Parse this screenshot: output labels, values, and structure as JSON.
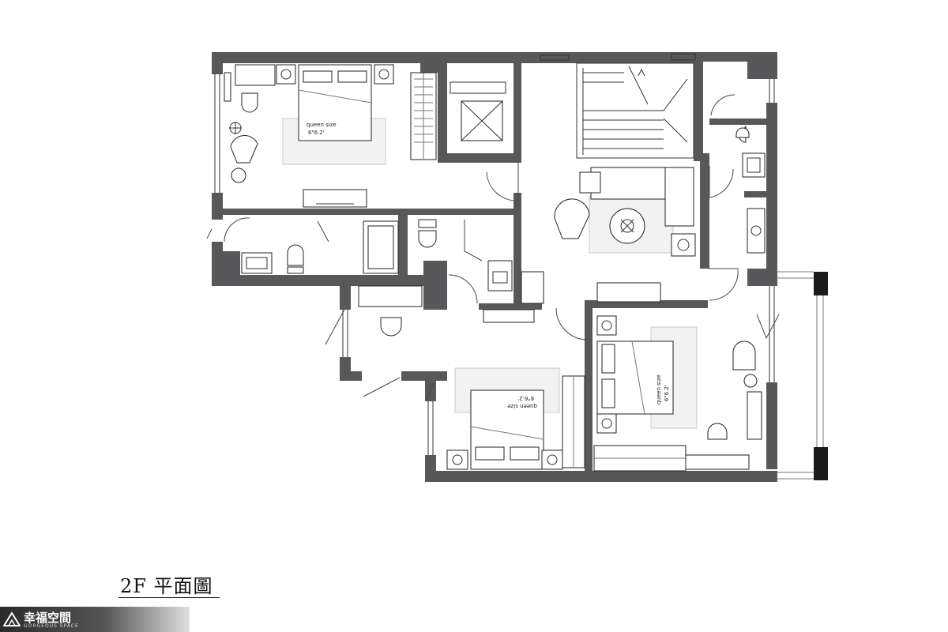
{
  "plan": {
    "title": "2F  平面圖"
  },
  "beds": {
    "master_label_1": "queen size",
    "master_label_2": "6\"6.2'",
    "bottom_label_1": "queen size",
    "bottom_label_2": "6\"6.2'",
    "right_label_1": "queen size",
    "right_label_2": "6\"6.2'"
  },
  "brand": {
    "name": "幸福空間",
    "tagline": "GORGEOUS SPACE"
  },
  "icons": [
    "stair-arrow-icon",
    "toilet-icon",
    "sink-icon",
    "bathtub-icon",
    "armchair-icon",
    "bed-icon",
    "door-swing-icon",
    "wardrobe-icon",
    "tv-console-icon",
    "coffee-table-icon",
    "logo-icon"
  ]
}
